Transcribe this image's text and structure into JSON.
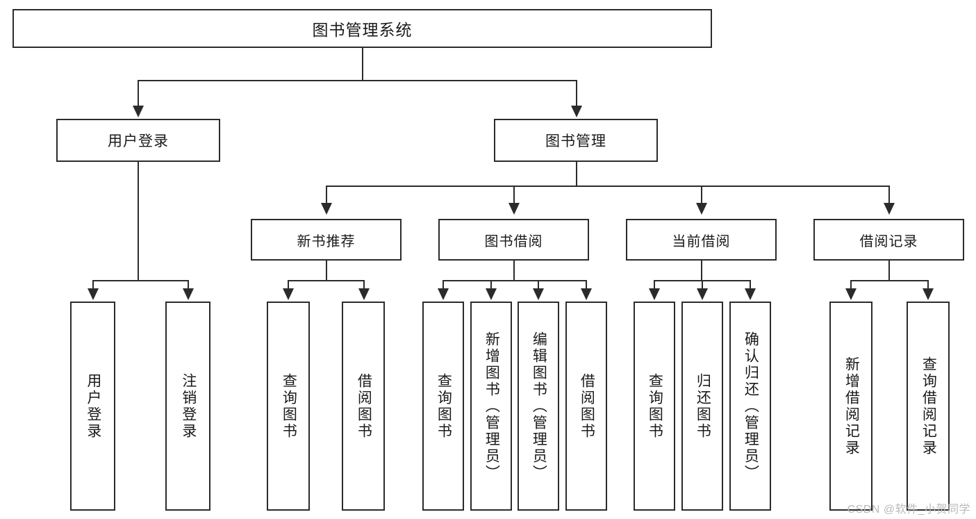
{
  "diagram": {
    "title": "图书管理系统",
    "type": "tree",
    "root": {
      "label": "图书管理系统"
    },
    "level2": [
      {
        "label": "用户登录"
      },
      {
        "label": "图书管理"
      }
    ],
    "level3": [
      {
        "label": "新书推荐"
      },
      {
        "label": "图书借阅"
      },
      {
        "label": "当前借阅"
      },
      {
        "label": "借阅记录"
      }
    ],
    "leaves": {
      "user_login": [
        {
          "label": "用户登录"
        },
        {
          "label": "注销登录"
        }
      ],
      "new_book_recommend": [
        {
          "label": "查询图书"
        },
        {
          "label": "借阅图书"
        }
      ],
      "book_borrow": [
        {
          "label": "查询图书"
        },
        {
          "label": "新增图书（管理员）"
        },
        {
          "label": "编辑图书（管理员）"
        },
        {
          "label": "借阅图书"
        }
      ],
      "current_borrow": [
        {
          "label": "查询图书"
        },
        {
          "label": "归还图书"
        },
        {
          "label": "确认归还（管理员）"
        }
      ],
      "borrow_record": [
        {
          "label": "新增借阅记录"
        },
        {
          "label": "查询借阅记录"
        }
      ]
    }
  },
  "watermark": {
    "text": "CSDN @软件_小贺同学"
  },
  "colors": {
    "stroke": "#2b2b2b",
    "fill": "#ffffff",
    "text": "#1a1a1a",
    "watermark": "#b9b9b9"
  }
}
